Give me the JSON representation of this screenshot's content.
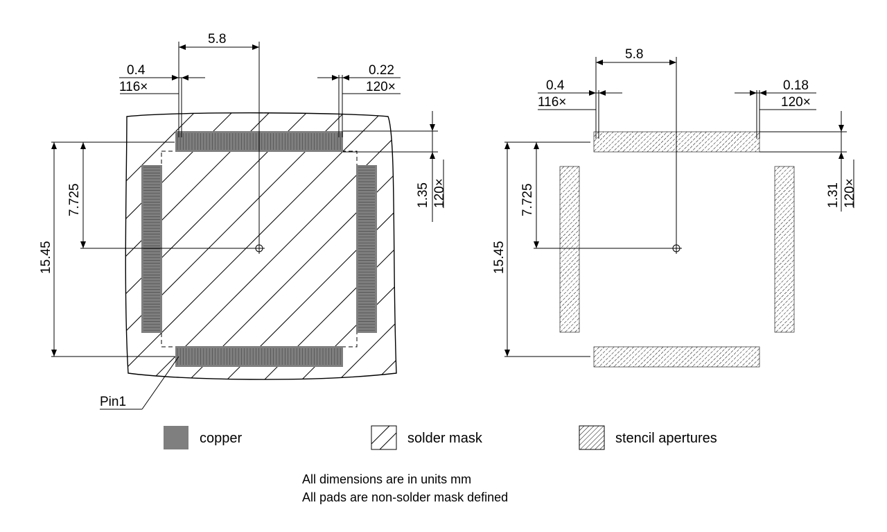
{
  "left_view": {
    "dims": {
      "center_x": "5.8",
      "pitch_a": "0.4",
      "count_a": "116×",
      "pitch_b": "0.22",
      "count_b": "120×",
      "pad_len": "1.35",
      "pad_count": "120×",
      "half_y": "7.725",
      "full_y": "15.45"
    },
    "pin1_label": "Pin1"
  },
  "right_view": {
    "dims": {
      "center_x": "5.8",
      "pitch_a": "0.4",
      "count_a": "116×",
      "pitch_b": "0.18",
      "count_b": "120×",
      "pad_len": "1.31",
      "pad_count": "120×",
      "half_y": "7.725",
      "full_y": "15.45"
    }
  },
  "legend": {
    "copper": "copper",
    "solder_mask": "solder mask",
    "stencil": "stencil apertures"
  },
  "notes": [
    "All dimensions are in units mm",
    "All pads are non-solder mask defined"
  ],
  "colors": {
    "copper": "#7f7f7f",
    "line": "#000000"
  }
}
